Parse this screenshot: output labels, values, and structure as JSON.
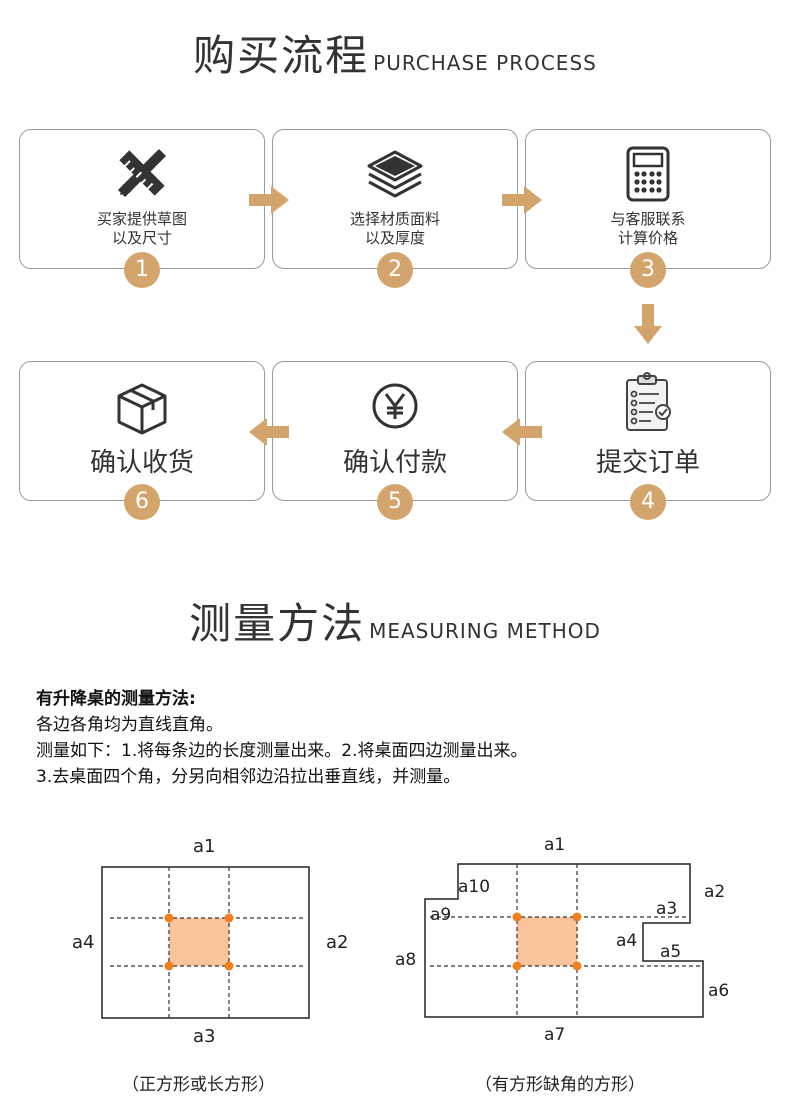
{
  "section1": {
    "title_cn": "购买流程",
    "title_en": "PURCHASE PROCESS"
  },
  "steps": [
    {
      "number": "1",
      "line1": "买家提供草图",
      "line2": "以及尺寸",
      "icon": "ruler-pencil-icon"
    },
    {
      "number": "2",
      "line1": "选择材质面料",
      "line2": "以及厚度",
      "icon": "layers-icon"
    },
    {
      "number": "3",
      "line1": "与客服联系",
      "line2": "计算价格",
      "icon": "calculator-icon"
    },
    {
      "number": "4",
      "line1": "提交订单",
      "icon": "clipboard-icon"
    },
    {
      "number": "5",
      "line1": "确认付款",
      "icon": "yen-icon"
    },
    {
      "number": "6",
      "line1": "确认收货",
      "icon": "box-icon"
    }
  ],
  "section2": {
    "title_cn": "测量方法",
    "title_en": "MEASURING METHOD"
  },
  "method": {
    "heading": "有升降桌的测量方法:",
    "line1": "各边各角均为直线直角。",
    "line2": "测量如下：1.将每条边的长度测量出来。2.将桌面四边测量出来。",
    "line3": "3.去桌面四个角，分另向相邻边沿拉出垂直线，并测量。"
  },
  "diagram_left": {
    "labels": {
      "top": "a1",
      "right": "a2",
      "bottom": "a3",
      "left": "a4"
    },
    "caption": "（正方形或长方形）"
  },
  "diagram_right": {
    "labels": {
      "a1": "a1",
      "a2": "a2",
      "a3": "a3",
      "a4": "a4",
      "a5": "a5",
      "a6": "a6",
      "a7": "a7",
      "a8": "a8",
      "a9": "a9",
      "a10": "a10"
    },
    "caption": "（有方形缺角的方形）"
  },
  "colors": {
    "accent": "#d3a56c",
    "marker": "#f07f1c",
    "fill": "#f9c39b"
  }
}
